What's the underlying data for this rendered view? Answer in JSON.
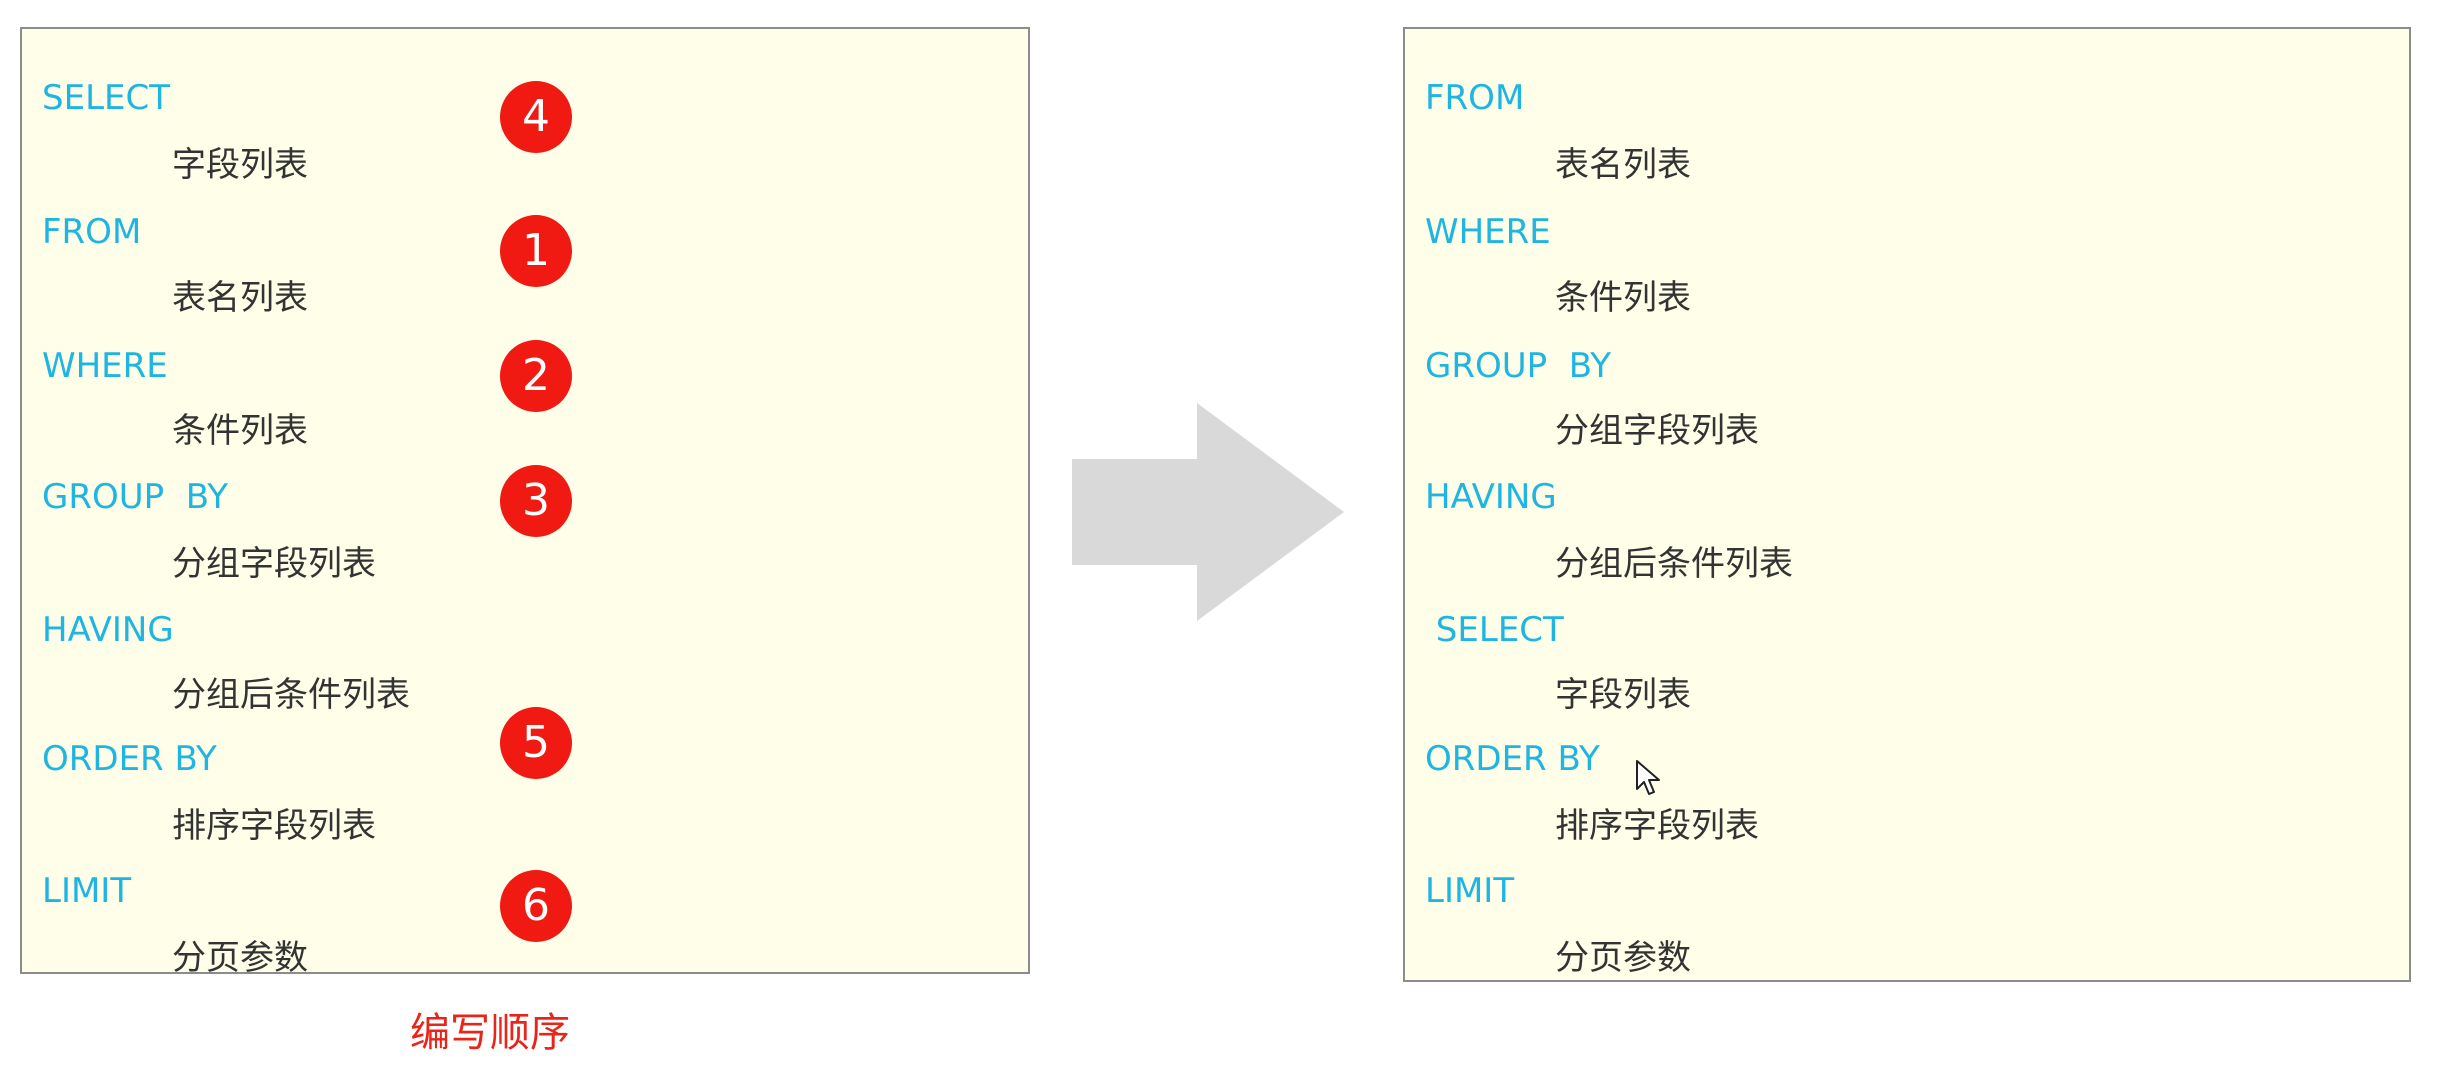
{
  "left": {
    "rows": [
      {
        "keyword": "SELECT",
        "item": "字段列表"
      },
      {
        "keyword": "FROM",
        "item": "表名列表"
      },
      {
        "keyword": "WHERE",
        "item": "条件列表"
      },
      {
        "keyword": "GROUP  BY",
        "item": "分组字段列表"
      },
      {
        "keyword": "HAVING",
        "item": "分组后条件列表"
      },
      {
        "keyword": "ORDER BY",
        "item": "排序字段列表"
      },
      {
        "keyword": "LIMIT",
        "item": "分页参数"
      }
    ],
    "badges": [
      "4",
      "1",
      "2",
      "3",
      "5",
      "6"
    ],
    "caption": "编写顺序"
  },
  "right": {
    "rows": [
      {
        "keyword": "FROM",
        "item": "表名列表"
      },
      {
        "keyword": "WHERE",
        "item": "条件列表"
      },
      {
        "keyword": "GROUP  BY",
        "item": "分组字段列表"
      },
      {
        "keyword": "HAVING",
        "item": "分组后条件列表"
      },
      {
        "keyword": " SELECT",
        "item": "字段列表"
      },
      {
        "keyword": "ORDER BY",
        "item": "排序字段列表"
      },
      {
        "keyword": "LIMIT",
        "item": "分页参数"
      }
    ]
  },
  "colors": {
    "keyword": "#1fb5e3",
    "item": "#333333",
    "panel_background": "#fefee9",
    "badge": "#f01a12",
    "caption": "#e8251a",
    "arrow": "#d9d9d9"
  },
  "icons": [
    "right-arrow-icon",
    "mouse-pointer-icon"
  ]
}
